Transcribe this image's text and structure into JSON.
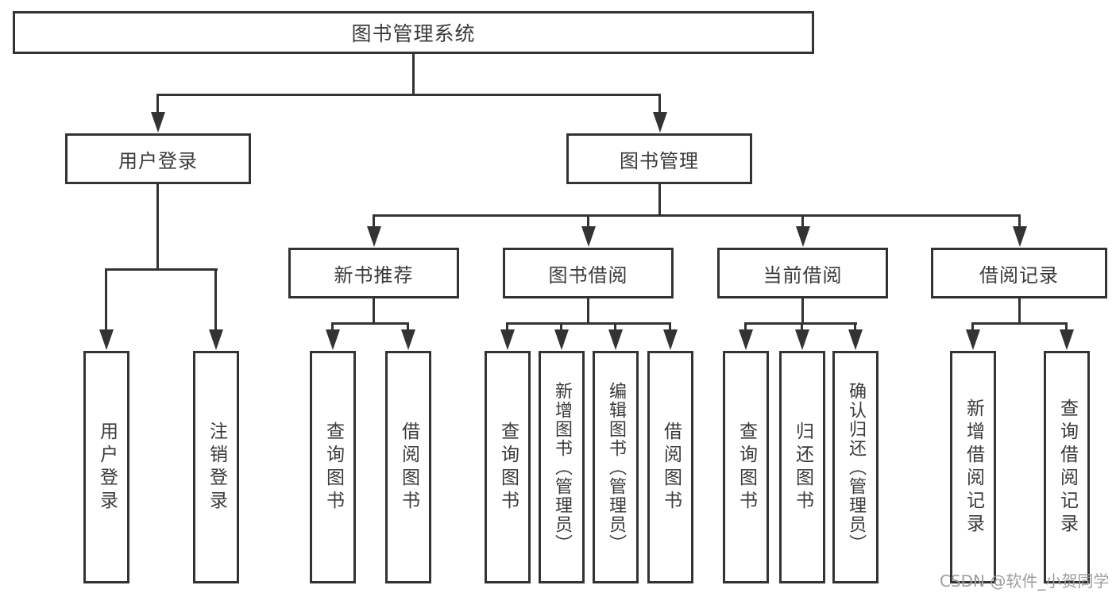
{
  "diagram": {
    "root": {
      "label": "图书管理系统"
    },
    "level2": [
      {
        "label": "用户登录",
        "children": [
          "用户登录",
          "注销登录"
        ]
      },
      {
        "label": "图书管理",
        "modules": [
          {
            "label": "新书推荐",
            "children": [
              "查询图书",
              "借阅图书"
            ]
          },
          {
            "label": "图书借阅",
            "children": [
              "查询图书",
              "新增图书（管理员）",
              "编辑图书（管理员）",
              "借阅图书"
            ]
          },
          {
            "label": "当前借阅",
            "children": [
              "查询图书",
              "归还图书",
              "确认归还（管理员）"
            ]
          },
          {
            "label": "借阅记录",
            "children": [
              "新增借阅记录",
              "查询借阅记录"
            ]
          }
        ]
      }
    ],
    "colors": {
      "line": "#333333",
      "text": "#3a3a3a",
      "background": "#ffffff"
    }
  },
  "watermark": {
    "text": "CSDN @软件_小贺同学",
    "color": "#9e9e9e"
  }
}
